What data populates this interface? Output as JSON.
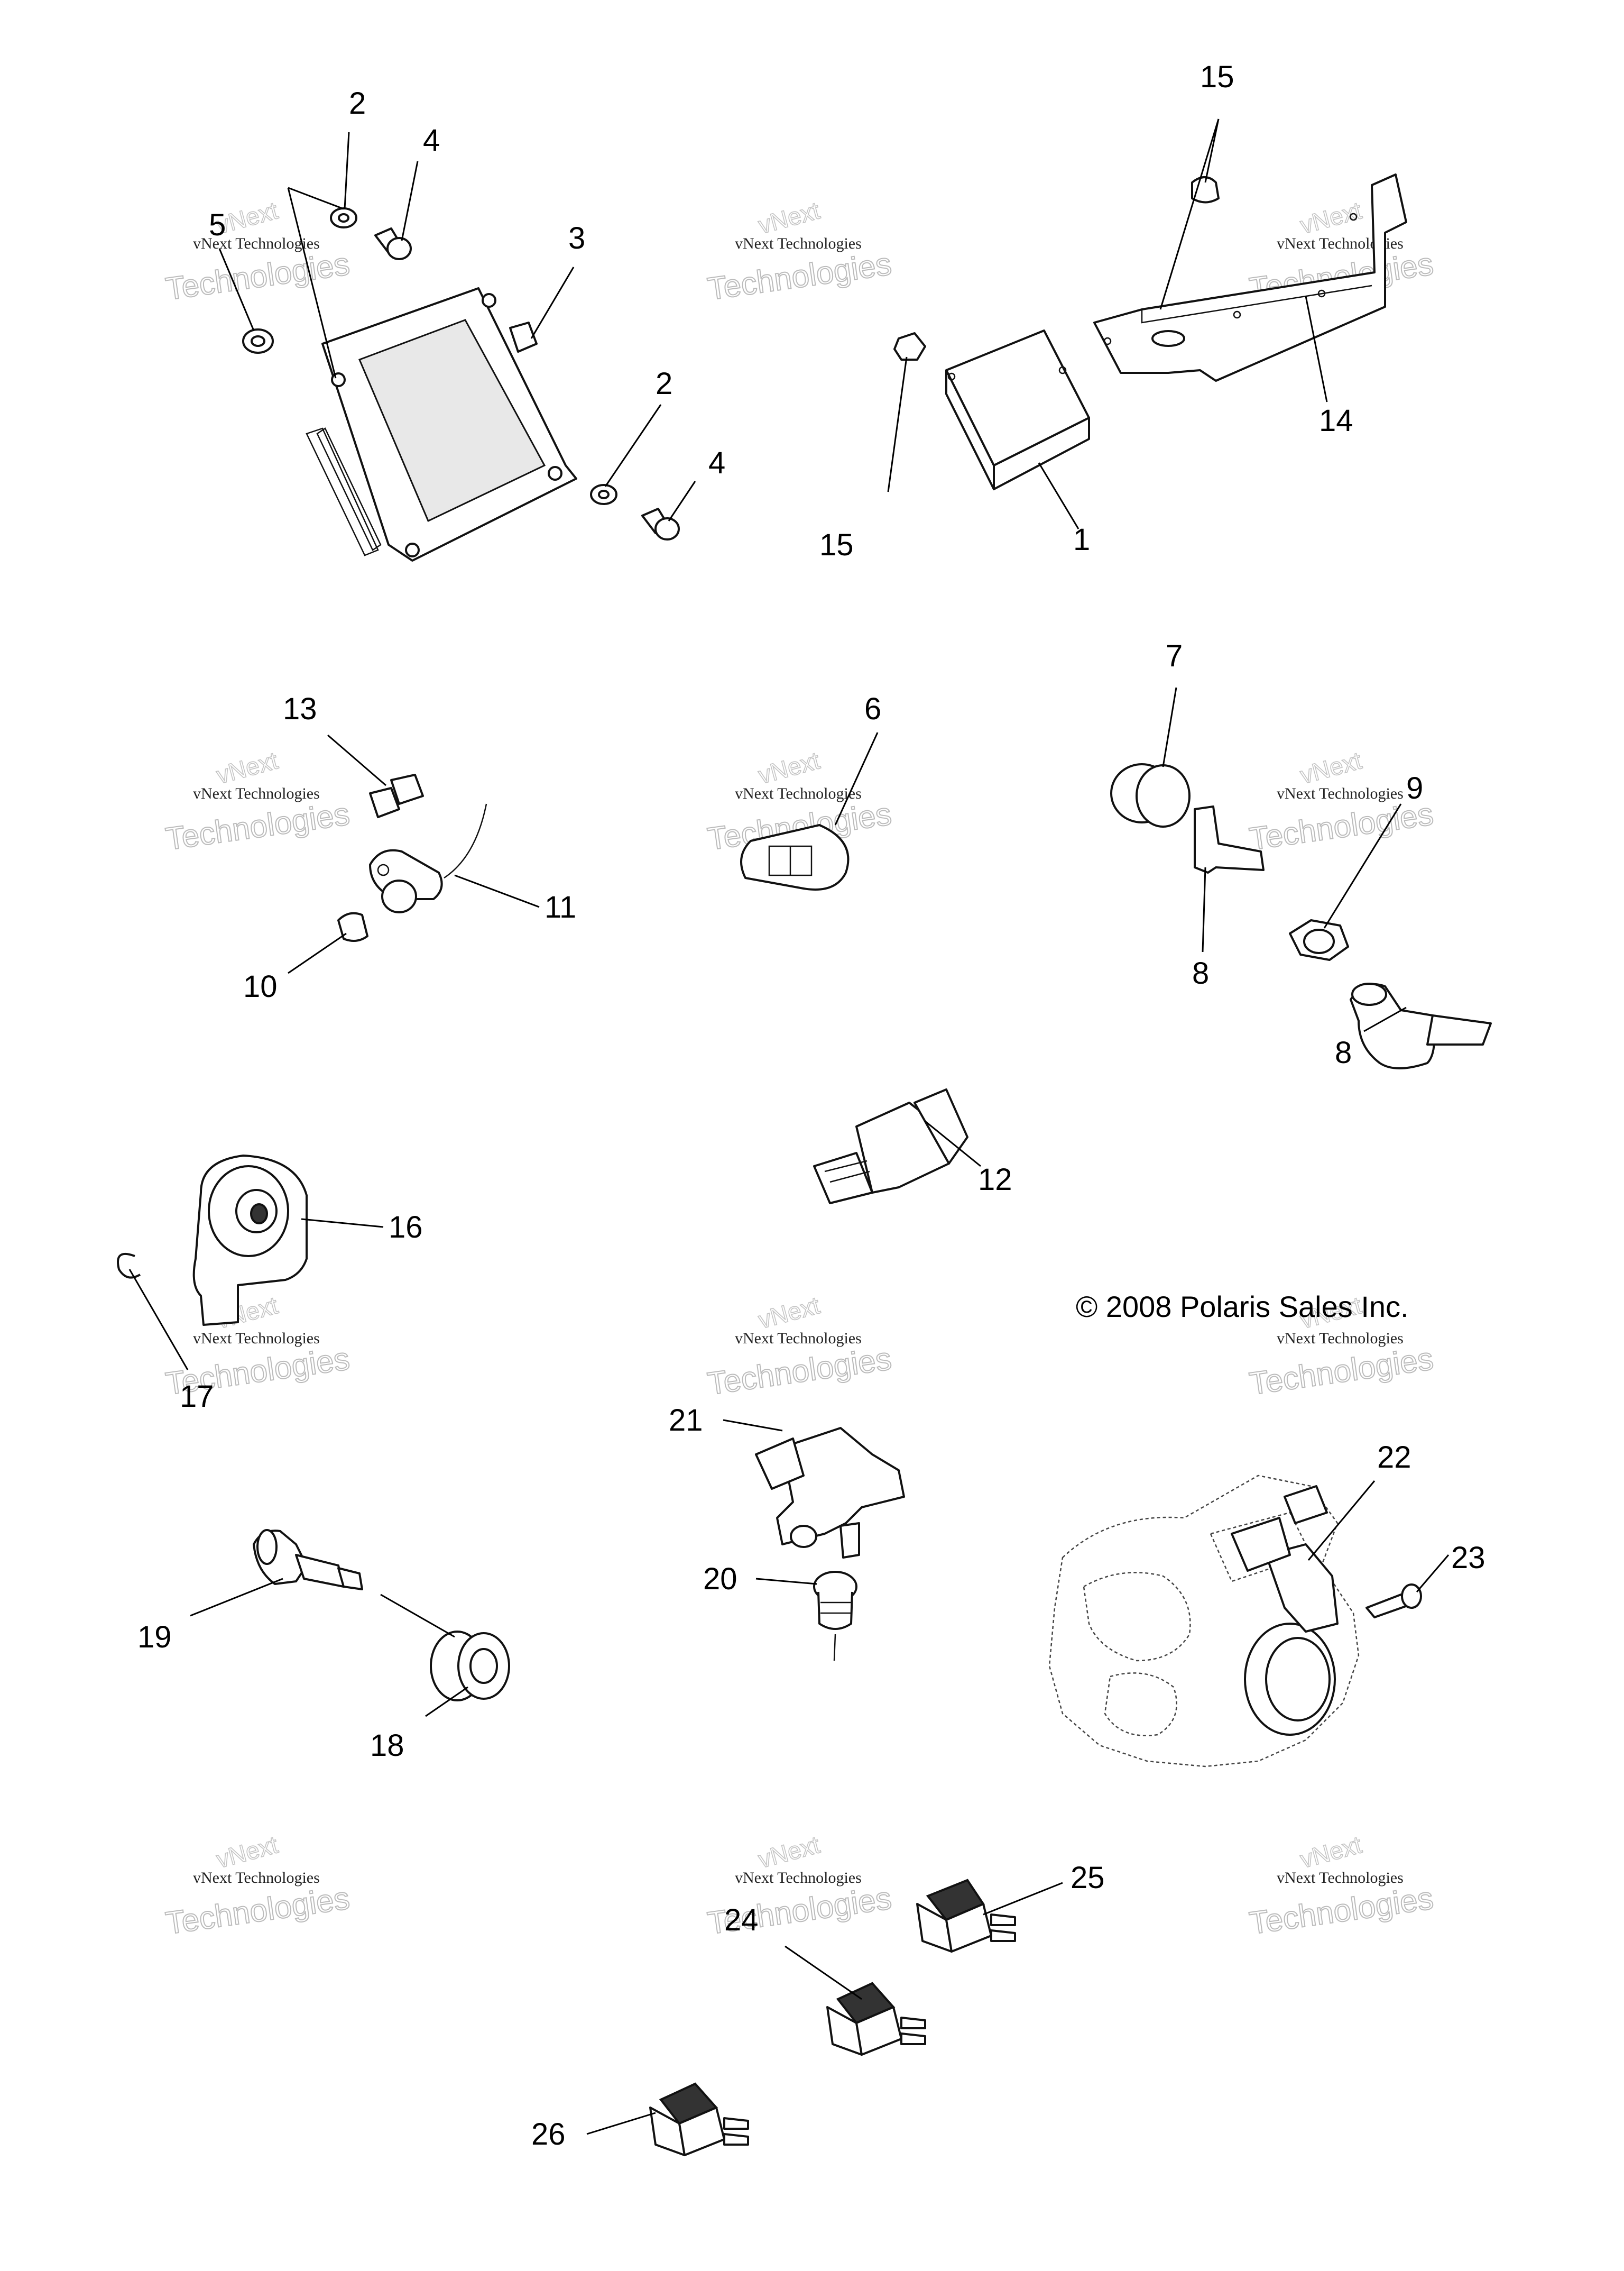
{
  "copyright": "© 2008 Polaris Sales Inc.",
  "watermark": {
    "line1": "vNext",
    "line2": "vNext Technologies",
    "line3": "Technologies"
  },
  "callouts": [
    "1",
    "2",
    "3",
    "4",
    "5",
    "6",
    "7",
    "8",
    "9",
    "10",
    "11",
    "12",
    "13",
    "14",
    "15",
    "16",
    "17",
    "18",
    "19",
    "20",
    "21",
    "22",
    "23",
    "24",
    "25",
    "26"
  ]
}
